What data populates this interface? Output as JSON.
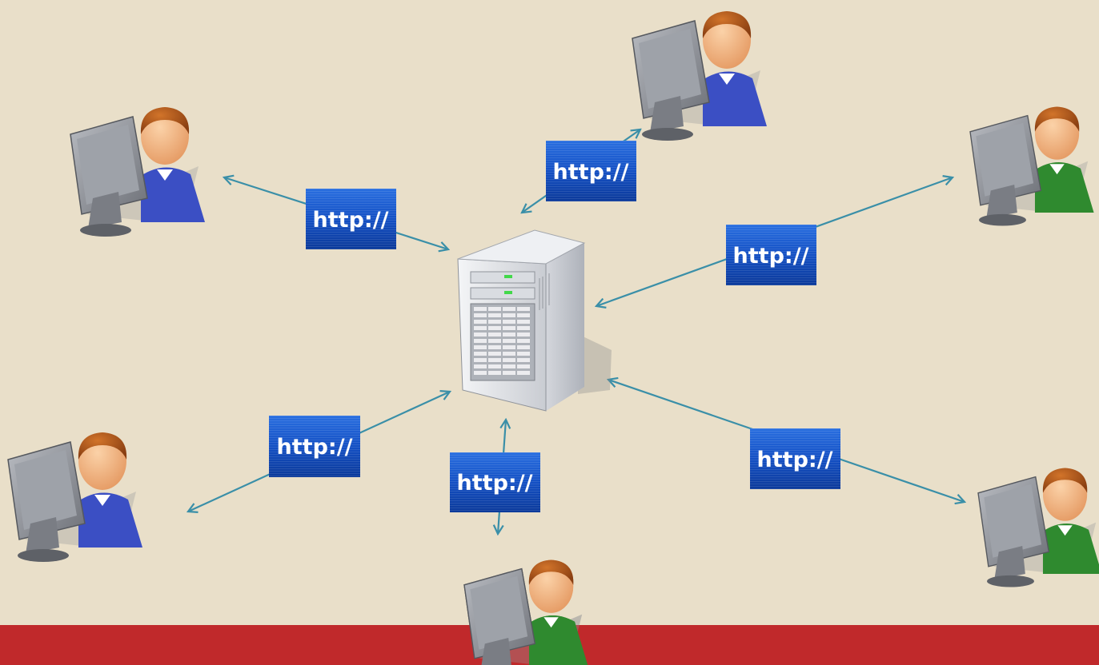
{
  "title": "",
  "colors": {
    "background": "#e9dfc9",
    "footer_bar": "#c0292b",
    "connector": "#3a8fa8",
    "http_badge": "#1355c8",
    "shirt_blue": "#3b4fc4",
    "shirt_green": "#2f8a2f"
  },
  "nodes": {
    "server": {
      "icon": "server-tower-icon"
    },
    "clients": [
      {
        "icon": "user-computer-icon",
        "shirt": "blue"
      },
      {
        "icon": "user-computer-icon",
        "shirt": "blue"
      },
      {
        "icon": "user-computer-icon",
        "shirt": "green"
      },
      {
        "icon": "user-computer-icon",
        "shirt": "blue"
      },
      {
        "icon": "user-computer-icon",
        "shirt": "green"
      },
      {
        "icon": "user-computer-icon",
        "shirt": "green"
      }
    ]
  },
  "http_badges": [
    {
      "label": "http://"
    },
    {
      "label": "http://"
    },
    {
      "label": "http://"
    },
    {
      "label": "http://"
    },
    {
      "label": "http://"
    },
    {
      "label": "http://"
    }
  ]
}
